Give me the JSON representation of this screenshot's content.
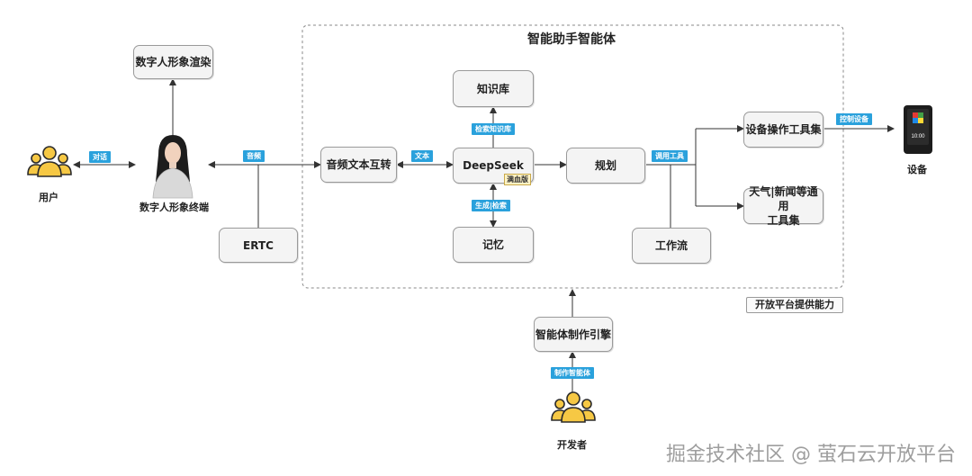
{
  "diagram": {
    "container_title": "智能助手智能体",
    "footnote": "开放平台提供能力",
    "nodes": {
      "user": "用户",
      "digital_human_render": "数字人形象渲染",
      "digital_human_terminal": "数字人形象终端",
      "ertc": "ERTC",
      "audio_text": "音频文本互转",
      "knowledge": "知识库",
      "deepseek": "DeepSeek",
      "deepseek_badge": "满血版",
      "memory": "记忆",
      "planning": "规划",
      "device_tools": "设备操作工具集",
      "general_tools_line1": "天气|新闻等通用",
      "general_tools_line2": "工具集",
      "workflow": "工作流",
      "device": "设备",
      "device_screen": "10:00",
      "engine": "智能体制作引擎",
      "developer": "开发者"
    },
    "edge_labels": {
      "dialog": "对话",
      "audio": "音频",
      "text": "文本",
      "retrieve_knowledge": "检索知识库",
      "generate_retrieve": "生成|检索",
      "call_tools": "调用工具",
      "control_device": "控制设备",
      "make_agent": "制作智能体"
    },
    "colors": {
      "tag": "#2aa1dc",
      "box_fill": "#f4f4f4",
      "box_border": "#9a9a9a",
      "user_icon": "#f6c844"
    }
  },
  "watermark": "掘金技术社区 @ 萤石云开放平台"
}
